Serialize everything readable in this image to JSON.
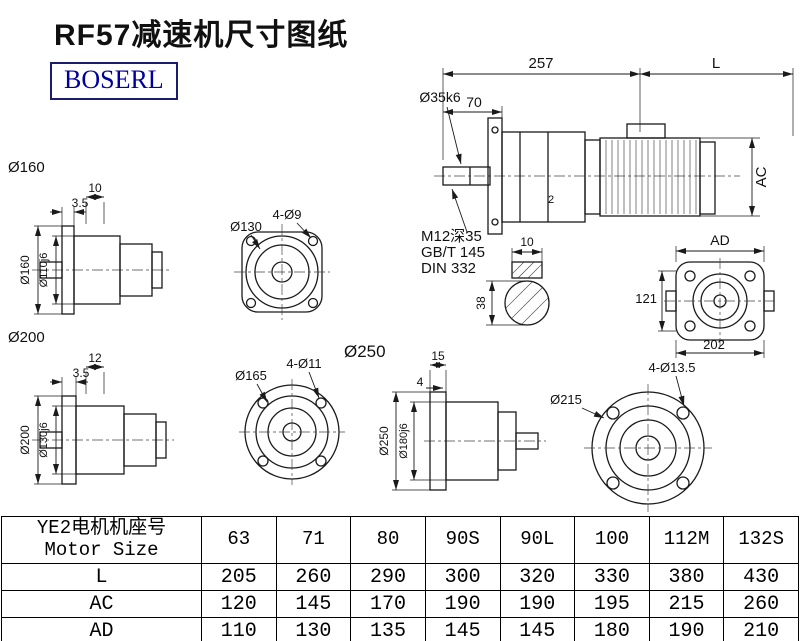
{
  "header": {
    "title": "RF57减速机尺寸图纸",
    "logo": "BOSERL"
  },
  "colors": {
    "logo_text": "#0000a0",
    "logo_border": "#1c1c6e",
    "line": "#1a1a1a"
  },
  "drawing": {
    "main": {
      "dim_257": "257",
      "dim_l": "L",
      "dim_70": "70",
      "dia_shaft": "Ø35k6",
      "dim_ac": "AC",
      "dim_2": "2",
      "note_tap": "M12深35",
      "note_gbt": "GB/T 145",
      "note_din": "DIN 332"
    },
    "view160": {
      "label": "Ø160",
      "dim_10": "10",
      "dim_3_5": "3.5",
      "dia_outer": "Ø160",
      "dia_spigot": "Ø110j6"
    },
    "flange130": {
      "holes": "4-Ø9",
      "dia": "Ø130"
    },
    "section": {
      "dim_key": "10",
      "dim_dia": "38"
    },
    "viewad": {
      "dim_ad": "AD",
      "dim_121": "121",
      "dim_202": "202"
    },
    "view200": {
      "label": "Ø200",
      "dim_12": "12",
      "dim_3_5": "3.5",
      "dia_outer": "Ø200",
      "dia_spigot": "Ø130j6"
    },
    "label_250": "Ø250",
    "flange165": {
      "dia": "Ø165",
      "holes": "4-Ø11"
    },
    "view250": {
      "dim_15": "15",
      "dim_4": "4",
      "dia_outer": "Ø250",
      "dia_spigot": "Ø180j6"
    },
    "flange215": {
      "holes": "4-Ø13.5",
      "dia": "Ø215"
    }
  },
  "table": {
    "header_cn": "YE2电机机座号",
    "header_en": "Motor Size",
    "sizes": [
      "63",
      "71",
      "80",
      "90S",
      "90L",
      "100",
      "112M",
      "132S"
    ],
    "rows": [
      {
        "label": "L",
        "values": [
          "205",
          "260",
          "290",
          "300",
          "320",
          "330",
          "380",
          "430"
        ]
      },
      {
        "label": "AC",
        "values": [
          "120",
          "145",
          "170",
          "190",
          "190",
          "195",
          "215",
          "260"
        ]
      },
      {
        "label": "AD",
        "values": [
          "110",
          "130",
          "135",
          "145",
          "145",
          "180",
          "190",
          "210"
        ]
      }
    ]
  }
}
